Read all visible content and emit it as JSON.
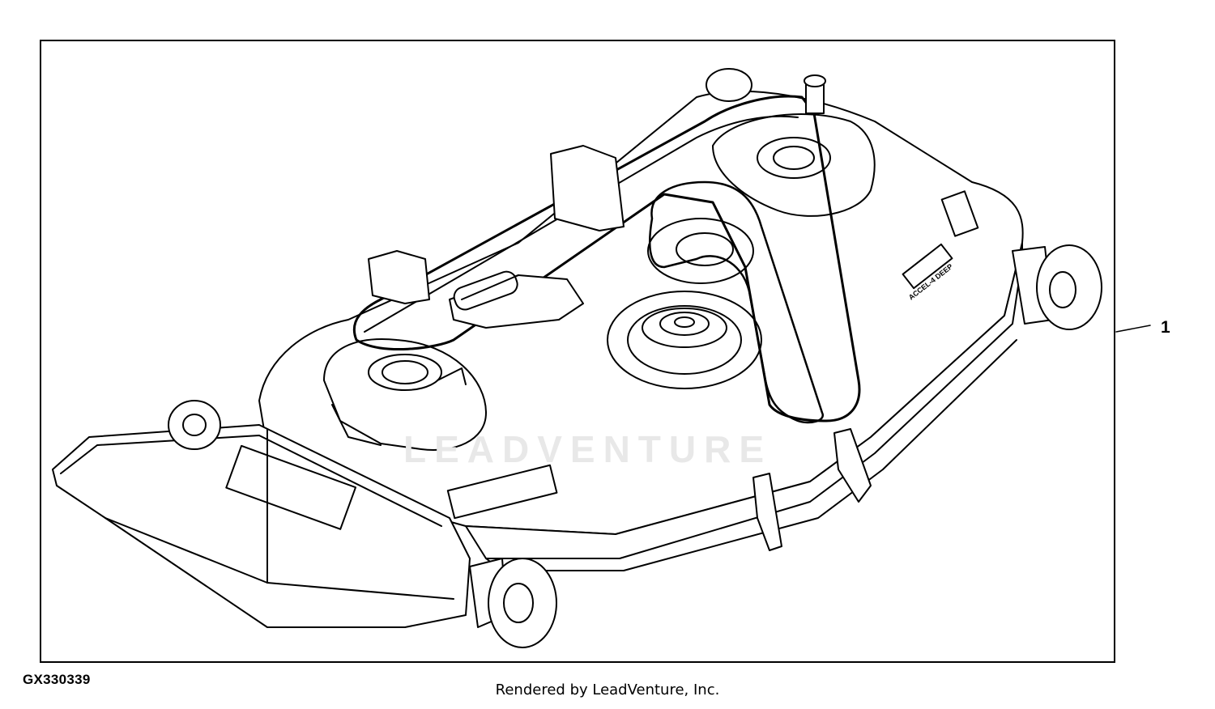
{
  "figure": {
    "id": "GX330339",
    "callouts": [
      {
        "number": "1"
      }
    ],
    "watermark": "LEADVENTURE",
    "credit": "Rendered by LeadVenture, Inc.",
    "decal_texts": [
      "ACCEL-4 DEEP"
    ]
  }
}
